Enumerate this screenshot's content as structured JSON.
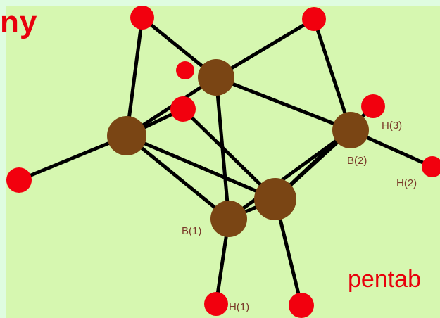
{
  "slide": {
    "title": "ny",
    "caption": "pentab"
  },
  "diagram": {
    "colors": {
      "background": "#d6f7b0",
      "boron": "#7a4514",
      "hydrogen": "#f2000e",
      "bond": "#000000",
      "label": "#7a3a2a",
      "label_red": "#e8000c"
    },
    "labels": [
      {
        "id": "b1",
        "text": "B(1)"
      },
      {
        "id": "b2",
        "text": "B(2)"
      },
      {
        "id": "h1",
        "text": "H(1)"
      },
      {
        "id": "h2",
        "text": "H(2)"
      },
      {
        "id": "h3",
        "text": "H(3)"
      }
    ]
  }
}
